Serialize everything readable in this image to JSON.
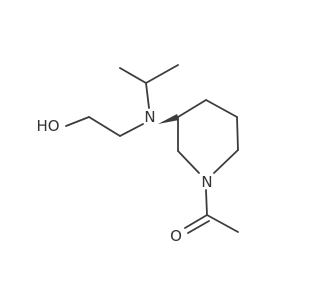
{
  "molecule": {
    "atoms": {
      "oxygen_carbonyl": "O",
      "nitrogen_ring": "N",
      "nitrogen_amine": "N",
      "hydroxyl": "HO"
    }
  },
  "colors": {
    "bond": "#3c3c3c",
    "label": "#333333",
    "background": "#ffffff"
  }
}
